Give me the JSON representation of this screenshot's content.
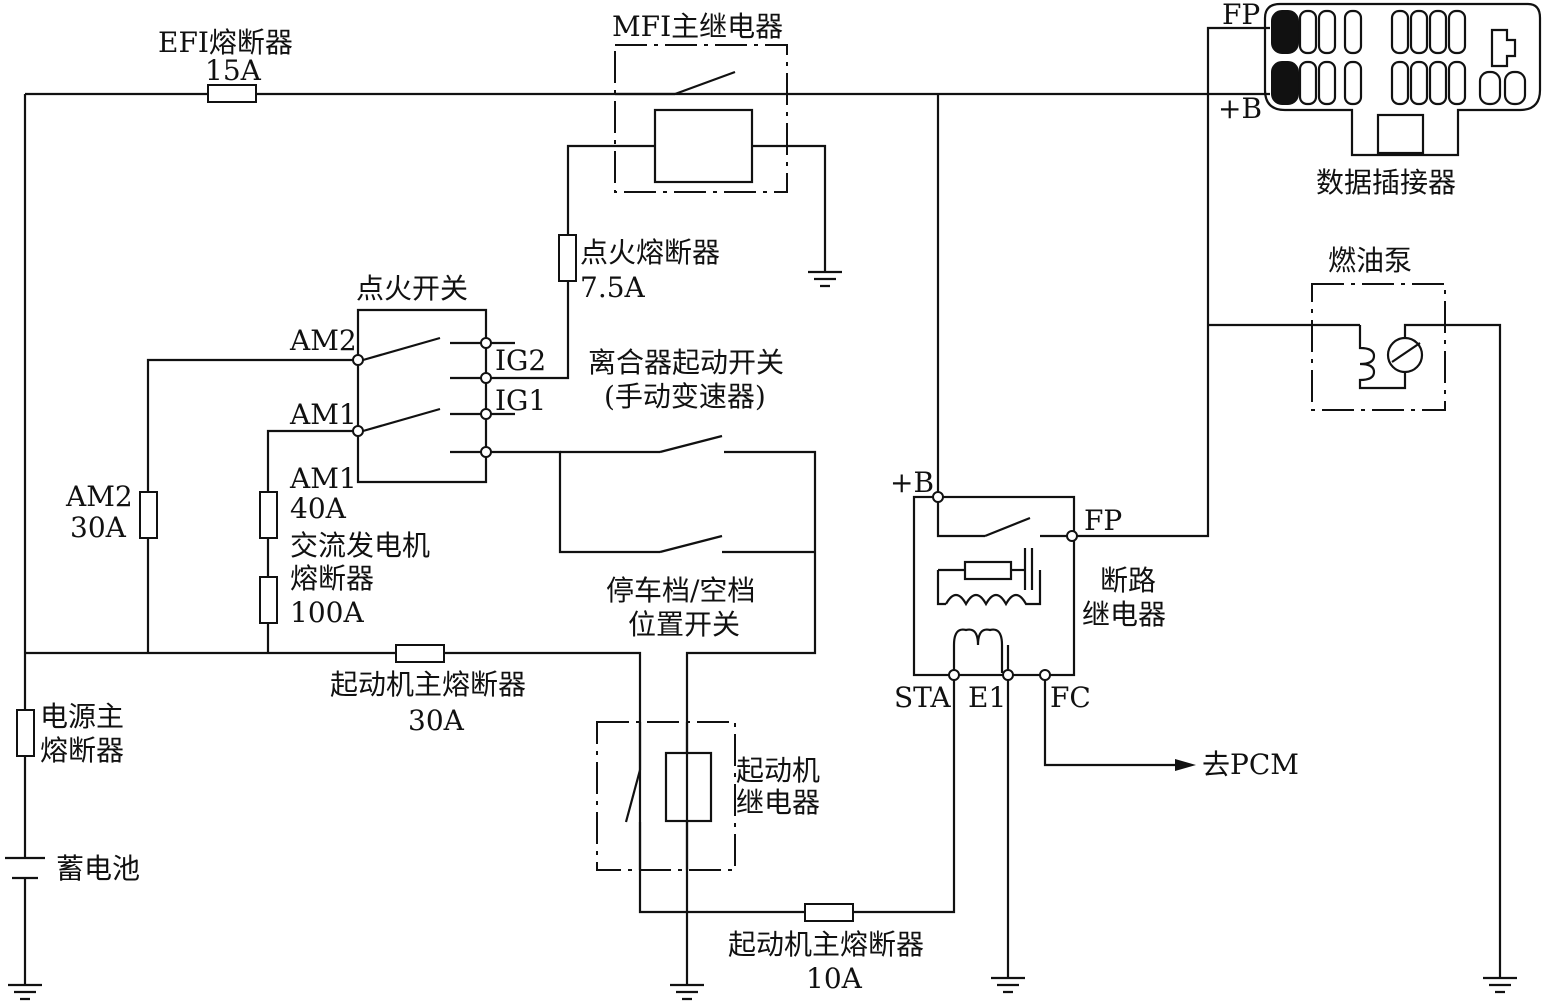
{
  "labels": {
    "efi_fuse": "EFI熔断器",
    "efi_fuse_rating": "15A",
    "mfi_relay": "MFI主继电器",
    "fp_top": "FP",
    "plus_b_top": "+B",
    "data_connector": "数据插接器",
    "ignition_fuse": "点火熔断器",
    "ignition_fuse_rating": "7.5A",
    "ignition_switch": "点火开关",
    "am2": "AM2",
    "ig2": "IG2",
    "am1": "AM1",
    "ig1": "IG1",
    "clutch_switch": "离合器起动开关",
    "clutch_switch_note": "(手动变速器)",
    "fuel_pump": "燃油泵",
    "am2_fuse": "AM2",
    "am2_fuse_rating": "30A",
    "am1_fuse": "AM1",
    "am1_fuse_rating": "40A",
    "alternator_fuse_l1": "交流发电机",
    "alternator_fuse_l2": "熔断器",
    "alternator_fuse_rating": "100A",
    "park_neutral_l1": "停车档/空档",
    "park_neutral_l2": "位置开关",
    "plus_b_relay": "+B",
    "fp_relay": "FP",
    "circuit_relay_l1": "断路",
    "circuit_relay_l2": "继电器",
    "starter_main_fuse": "起动机主熔断器",
    "starter_main_fuse_rating": "30A",
    "power_main_fuse_l1": "电源主",
    "power_main_fuse_l2": "熔断器",
    "starter_relay_l1": "起动机",
    "starter_relay_l2": "继电器",
    "sta": "STA",
    "e1": "E1",
    "fc": "FC",
    "to_pcm": "去PCM",
    "battery": "蓄电池",
    "starter_fuse_bottom": "起动机主熔断器",
    "starter_fuse_bottom_rating": "10A"
  },
  "colors": {
    "ink": "#111111",
    "paper": "#ffffff"
  }
}
